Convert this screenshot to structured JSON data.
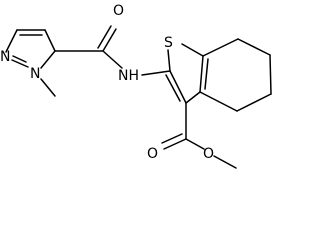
{
  "molecule": {
    "atom_labels": {
      "ring_nitrogen_1": "N",
      "ring_nitrogen_2": "N",
      "amide_oxygen": "O",
      "amide_nh": "NH",
      "thiophene_sulfur": "S",
      "ester_carbonyl_oxygen": "O",
      "ester_ether_oxygen": "O"
    }
  }
}
